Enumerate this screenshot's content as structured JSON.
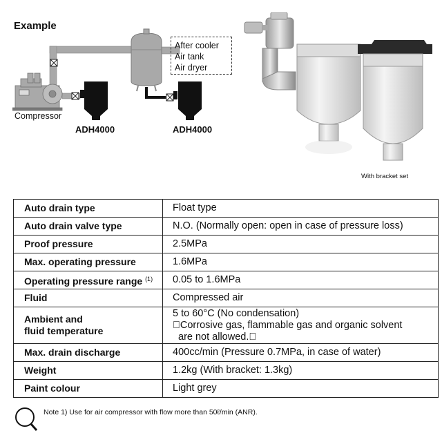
{
  "example_title": "Example",
  "diagram": {
    "compressor_label": "Compressor",
    "drain_left_label": "ADH4000",
    "drain_right_label": "ADH4000",
    "equipment_list": [
      "After cooler",
      "Air tank",
      "Air dryer"
    ],
    "icons": [
      "compressor-icon",
      "valve-icon",
      "air-tank-icon",
      "auto-drain-icon"
    ]
  },
  "photo": {
    "caption": "With bracket set"
  },
  "specs": [
    {
      "key": "Auto drain type",
      "value": [
        "Float type"
      ]
    },
    {
      "key": "Auto drain valve type",
      "value": [
        "N.O. (Normally open: open in case of pressure loss)"
      ]
    },
    {
      "key": "Proof pressure",
      "value": [
        "2.5MPa"
      ]
    },
    {
      "key": "Max. operating pressure",
      "value": [
        "1.6MPa"
      ]
    },
    {
      "key": "Operating pressure range",
      "note_ref": "(1)",
      "value": [
        "0.05 to 1.6MPa"
      ]
    },
    {
      "key": "Fluid",
      "value": [
        "Compressed air"
      ]
    },
    {
      "key": "Ambient and",
      "key2": "fluid temperature",
      "value": [
        "5 to 60°C (No condensation)",
        "\u0000Corrosive gas, flammable gas and organic solvent",
        "are not allowed.\u0000"
      ]
    },
    {
      "key": "Max. drain discharge",
      "value": [
        "400cc/min (Pressure 0.7MPa, in case of water)"
      ]
    },
    {
      "key": "Weight",
      "value": [
        "1.2kg (With bracket: 1.3kg)"
      ]
    },
    {
      "key": "Paint colour",
      "value": [
        "Light grey"
      ]
    }
  ],
  "note": "Note 1) Use for air compressor with flow more than 50ℓ/min (ANR).",
  "colors": {
    "pipe": "#a9a9a9",
    "drain_body": "#111111",
    "photo_body": "#e3e3e3"
  }
}
